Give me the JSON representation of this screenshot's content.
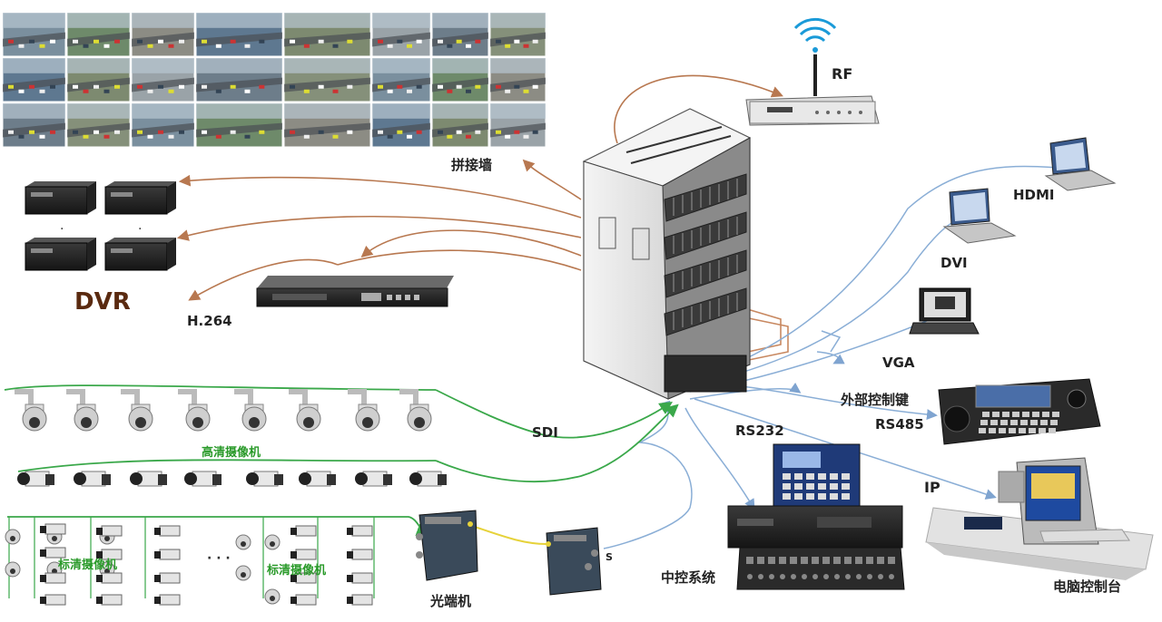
{
  "labels": {
    "video_wall": "拼接墙",
    "rf": "RF",
    "hdmi": "HDMI",
    "dvi": "DVI",
    "vga": "VGA",
    "dvr": "DVR",
    "h264": "H.264",
    "sdi": "SDI",
    "hd_camera": "高清摄像机",
    "sd_camera_1": "标清摄像机",
    "sd_camera_2": "标清摄像机",
    "ellipsis": "· · ·",
    "optical_transceiver": "光端机",
    "rs232": "RS232",
    "central_control": "中控系统",
    "external_keyboard": "外部控制键",
    "rs485": "RS485",
    "ip": "IP",
    "pc_console": "电脑控制台",
    "optical_s": "S"
  },
  "colors": {
    "brown_link": "#b87850",
    "green_link": "#3aa84a",
    "blue_link": "#8aaed6",
    "yellow_link": "#e6d23a",
    "dvr_text": "#5a2a10"
  }
}
